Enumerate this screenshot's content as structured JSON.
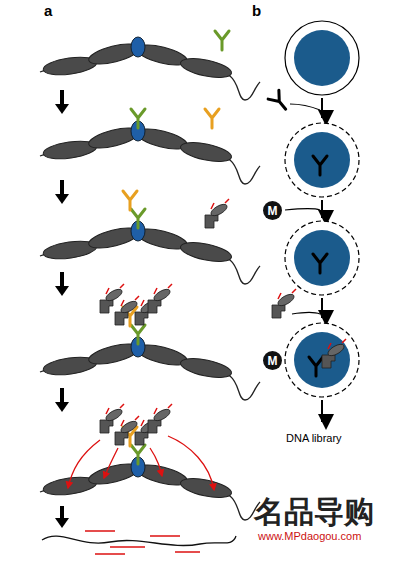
{
  "diagram": {
    "nodes": [
      {
        "text": [
          "M"
        ]
      },
      {
        "text": [
          "M"
        ]
      }
    ],
    "labels": [
      "a",
      "b",
      "DNA library",
      "名品导购",
      "www.MPdaogou.com"
    ]
  }
}
